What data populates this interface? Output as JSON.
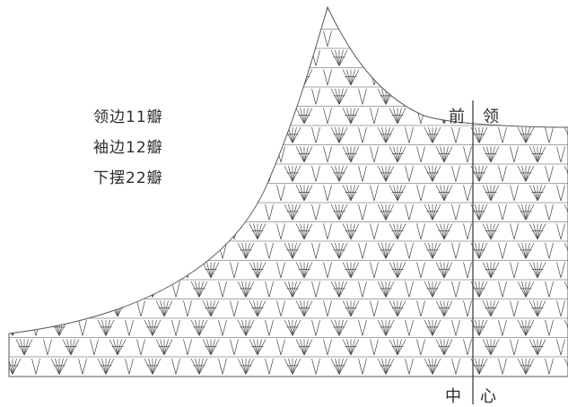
{
  "notes": {
    "neckline": "领边11瓣",
    "sleeve": "袖边12瓣",
    "hem": "下摆22瓣"
  },
  "labels": {
    "front_left": "前",
    "front_right": "领",
    "bottom_left": "中",
    "bottom_right": "心"
  },
  "colors": {
    "stitch": "#4a4a4a",
    "outline": "#5a5a5a",
    "text": "#2c2c2c"
  }
}
